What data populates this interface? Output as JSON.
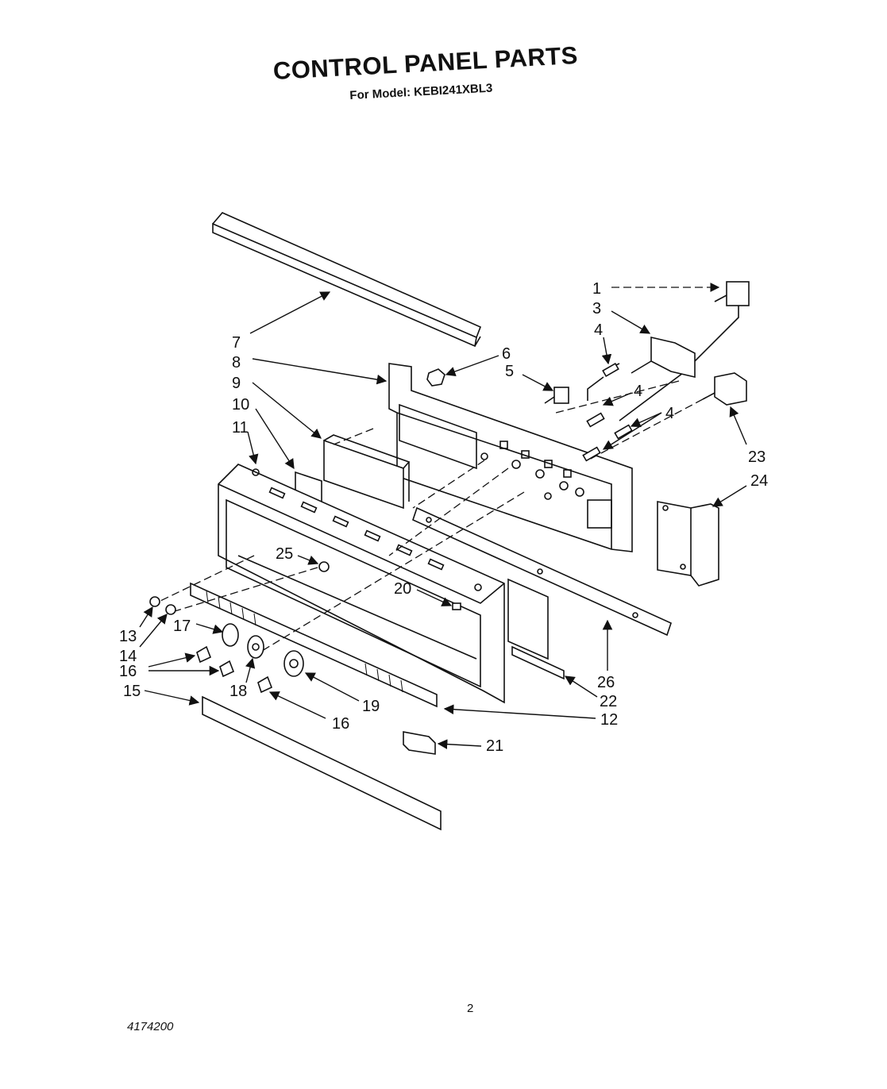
{
  "title": "CONTROL PANEL PARTS",
  "subtitle": "For Model: KEBI241XBL3",
  "page_number": "2",
  "document_number": "4174200",
  "callouts": {
    "c1": "1",
    "c3": "3",
    "c4a": "4",
    "c4b": "4",
    "c4c": "4",
    "c5": "5",
    "c6": "6",
    "c7": "7",
    "c8": "8",
    "c9": "9",
    "c10": "10",
    "c11": "11",
    "c12": "12",
    "c13": "13",
    "c14": "14",
    "c15": "15",
    "c16a": "16",
    "c16b": "16",
    "c17": "17",
    "c18": "18",
    "c19": "19",
    "c20": "20",
    "c21": "21",
    "c22": "22",
    "c23": "23",
    "c24": "24",
    "c25": "25",
    "c26": "26"
  }
}
